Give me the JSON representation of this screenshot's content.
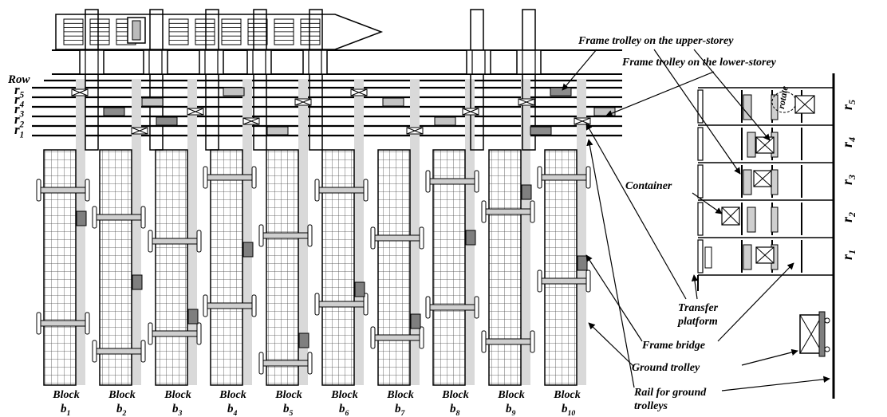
{
  "row_label": "Row",
  "rows": [
    {
      "base": "r",
      "sub": "5"
    },
    {
      "base": "r",
      "sub": "4"
    },
    {
      "base": "r",
      "sub": "3"
    },
    {
      "base": "r",
      "sub": "2"
    },
    {
      "base": "r",
      "sub": "1"
    }
  ],
  "blocks": [
    {
      "label": "Block",
      "base": "b",
      "sub": "1"
    },
    {
      "label": "Block",
      "base": "b",
      "sub": "2"
    },
    {
      "label": "Block",
      "base": "b",
      "sub": "3"
    },
    {
      "label": "Block",
      "base": "b",
      "sub": "4"
    },
    {
      "label": "Block",
      "base": "b",
      "sub": "5"
    },
    {
      "label": "Block",
      "base": "b",
      "sub": "6"
    },
    {
      "label": "Block",
      "base": "b",
      "sub": "7"
    },
    {
      "label": "Block",
      "base": "b",
      "sub": "8"
    },
    {
      "label": "Block",
      "base": "b",
      "sub": "9"
    },
    {
      "label": "Block",
      "base": "b",
      "sub": "10"
    }
  ],
  "callouts": {
    "upper_trolley": "Frame trolley on the upper-storey",
    "lower_trolley": "Frame trolley on the lower-storey",
    "container": "Container",
    "transfer_platform_1": "Transfer",
    "transfer_platform_2": "platform",
    "frame_bridge": "Frame bridge",
    "ground_trolley": "Ground trolley",
    "rail_1": "Rail for ground",
    "rail_2": "trolleys"
  },
  "side_rows": [
    {
      "base": "r",
      "sub": "5"
    },
    {
      "base": "r",
      "sub": "4"
    },
    {
      "base": "r",
      "sub": "3"
    },
    {
      "base": "r",
      "sub": "2"
    },
    {
      "base": "r",
      "sub": "1"
    }
  ],
  "rotate_label": "rotate",
  "colors": {
    "line": "#000000",
    "rail_shade": "#d9d9d9",
    "lower_trolley": "#8c8c8c",
    "upper_trolley": "#c4c4c4",
    "bridge_fill": "#cfcfcf",
    "ground_trolley": "#7f7f7f",
    "grid": "#444444"
  }
}
